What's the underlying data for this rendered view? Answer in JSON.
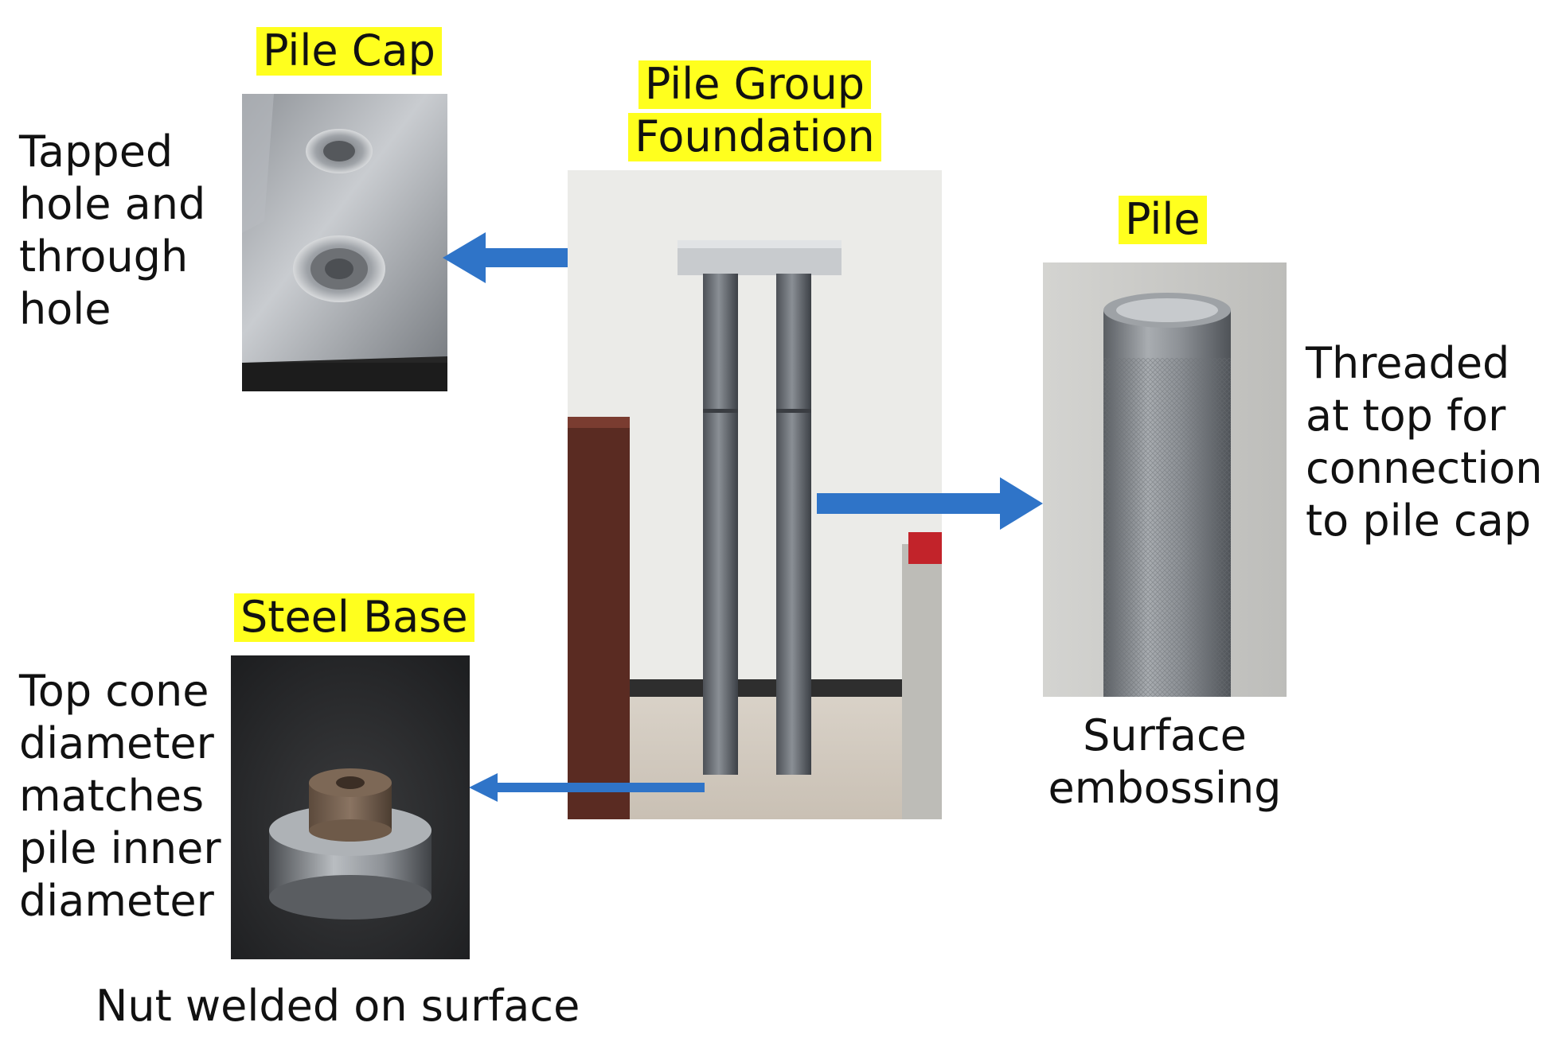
{
  "titles": {
    "pile_cap": "Pile Cap",
    "pile_group_line1": "Pile Group",
    "pile_group_line2": "Foundation",
    "pile": "Pile",
    "steel_base": "Steel Base"
  },
  "descriptions": {
    "pile_cap": [
      "Tapped",
      "hole and",
      "through",
      "hole"
    ],
    "pile": [
      "Threaded",
      "at top for",
      "connection",
      "to pile cap"
    ],
    "pile_surface": [
      "Surface",
      "embossing"
    ],
    "steel_base": [
      "Top cone",
      "diameter",
      "matches",
      "pile inner",
      "diameter"
    ],
    "steel_base_bottom": "Nut welded on surface"
  },
  "colors": {
    "highlight": "#ffff1e",
    "arrow": "#2f74c8"
  }
}
